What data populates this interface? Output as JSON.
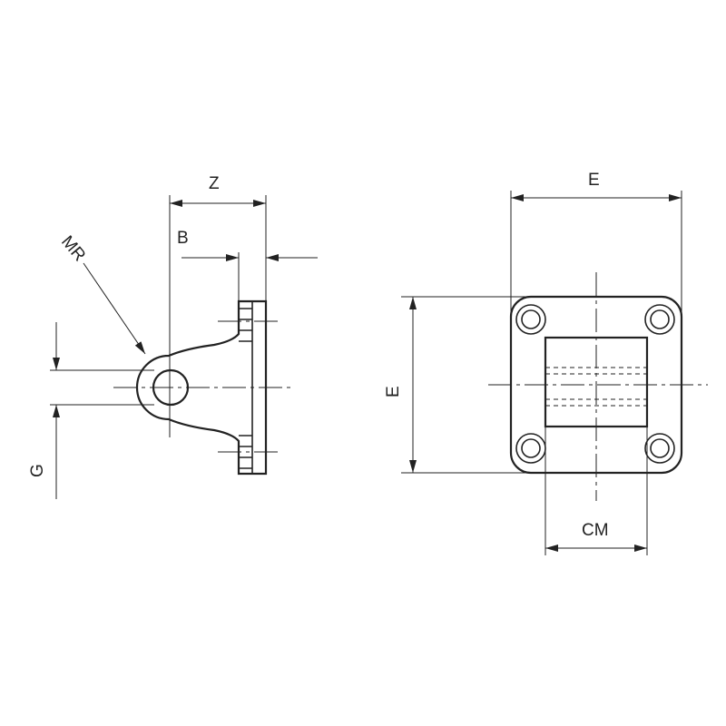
{
  "labels": {
    "z": "Z",
    "b": "B",
    "mr": "MR",
    "g": "G",
    "e_top": "E",
    "e_side": "E",
    "cm": "CM"
  }
}
